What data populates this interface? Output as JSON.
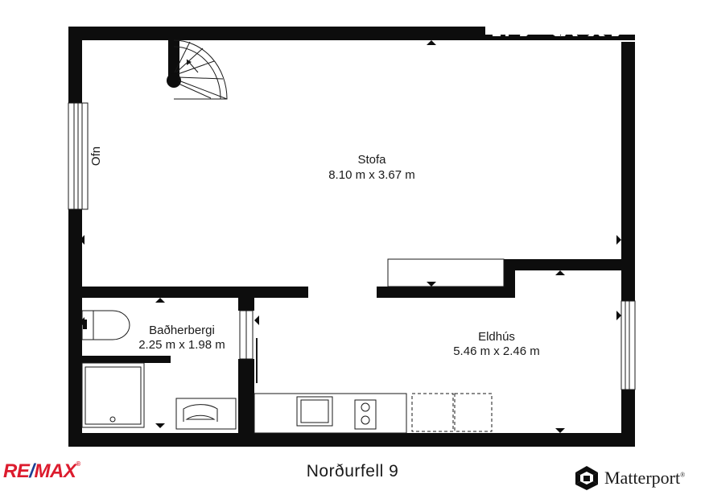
{
  "rooms": [
    {
      "name": "Stofa",
      "size": "8.10 m x 3.67 m"
    },
    {
      "name": "Baðherbergi",
      "size": "2.25 m x 1.98 m"
    },
    {
      "name": "Eldhús",
      "size": "5.46 m x 2.46 m"
    }
  ],
  "labels": {
    "heater": "Ofn"
  },
  "footer": {
    "title": "Norðurfell 9",
    "remax_logo": "RE/MAX",
    "matterport_logo": "Matterport"
  },
  "colors": {
    "wall": "#0d0d0d",
    "remax_red": "#dc1c2e",
    "remax_blue": "#1c3f94"
  }
}
